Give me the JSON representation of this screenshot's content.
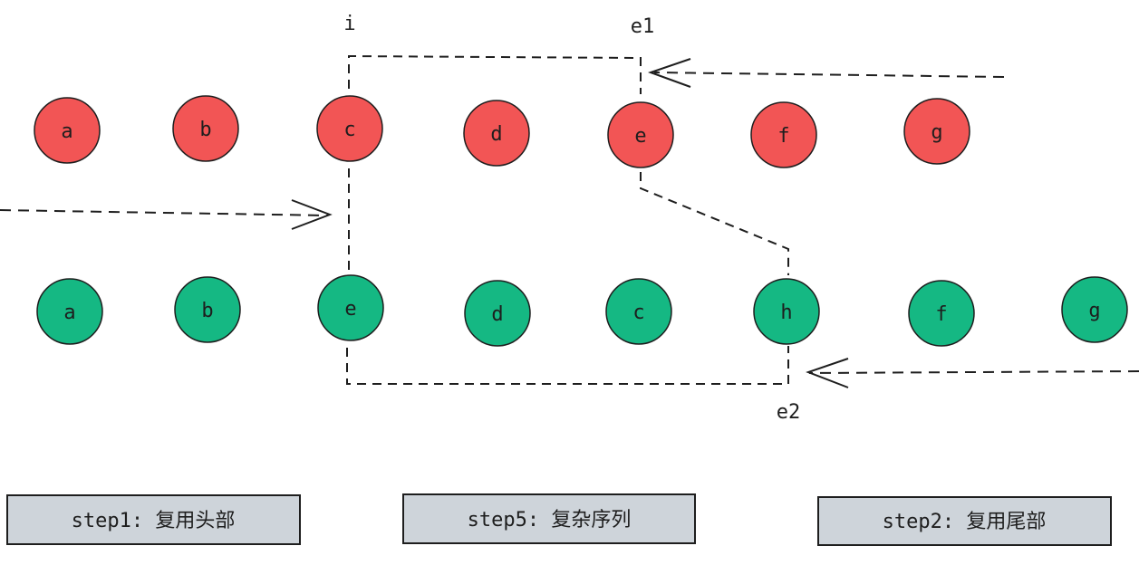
{
  "pointers": {
    "i": "i",
    "e1": "e1",
    "e2": "e2"
  },
  "old_nodes": [
    "a",
    "b",
    "c",
    "d",
    "e",
    "f",
    "g"
  ],
  "new_nodes": [
    "a",
    "b",
    "e",
    "d",
    "c",
    "h",
    "f",
    "g"
  ],
  "steps": {
    "step1": "step1: 复用头部",
    "step5": "step5: 复杂序列",
    "step2": "step2: 复用尾部"
  },
  "colors": {
    "old_node_fill": "#f25555",
    "new_node_fill": "#15b883",
    "stroke": "#1e1e1e",
    "step_box_fill": "#ced4da"
  }
}
